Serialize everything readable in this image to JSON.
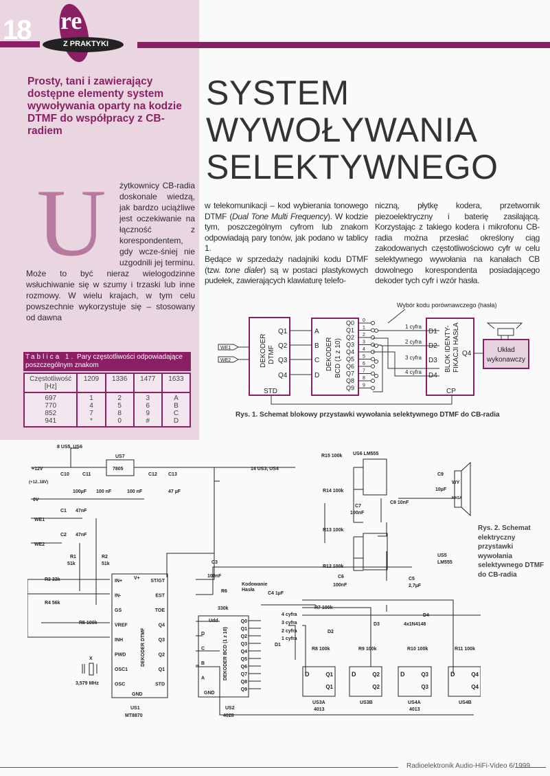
{
  "header": {
    "page_number": "18",
    "logo_text": "re",
    "section": "Z PRAKTYKI"
  },
  "lead": "Prosty, tani i zawierający dostępne elementy system wywoływania oparty na kodzie DTMF do współpracy z CB-radiem",
  "title": [
    "SYSTEM",
    "WYWOŁYWANIA",
    "SELEKTYWNEGO"
  ],
  "article": {
    "dropcap": "U",
    "intro_right": "żytkownicy CB-radia doskonale wiedzą, jak bardzo uciążliwe jest oczekiwanie na łączność z korespondentem, gdy wcze-",
    "intro_full": "śniej nie uzgodnili jej terminu. Może to być nieraz wielogodzinne wsłuchiwanie się w szumy i trzaski lub inne rozmowy. W wielu krajach, w tym celu powszechnie wykorzystuje się – stosowany od dawna",
    "col2_a": "w telekomunikacji – kod wybierania tonowego DTMF (",
    "col2_italic1": "Dual Tone Multi Frequency",
    "col2_b": "). W kodzie tym, poszczególnym cyfrom lub znakom odpowiadają pary tonów, jak podano w tablicy 1.",
    "col2_c": "Będące w sprzedaży nadajniki kodu DTMF (tzw. ",
    "col2_italic2": "tone dialer",
    "col2_d": ") są w postaci plastykowych pudełek, zawierających klawiaturę telefo-",
    "col3": "niczną, płytkę kodera, przetwornik piezoelektryczny i baterię zasilającą. Korzystając z takiego kodera i mikrofonu CB-radia można przesłać określony ciąg zakodowanych częstotliwościowo cyfr w celu selektywnego wywołania na kanałach CB dowolnego korespondenta posiadającego dekoder tych cyfr i wzór hasła."
  },
  "table": {
    "caption_spaced": "Tablica 1.",
    "caption_rest": "Pary częstotliwości odpowiadające poszczególnym znakom",
    "header": [
      "Częstotliwość [Hz]",
      "1209",
      "1336",
      "1477",
      "1633"
    ],
    "rows": [
      [
        "697",
        "1",
        "2",
        "3",
        "A"
      ],
      [
        "770",
        "4",
        "5",
        "6",
        "B"
      ],
      [
        "852",
        "7",
        "8",
        "9",
        "C"
      ],
      [
        "941",
        "*",
        "0",
        "#",
        "D"
      ]
    ]
  },
  "fig1": {
    "caption": "Rys. 1. Schemat blokowy przystawki wywołania selektywnego DTMF do CB-radia",
    "code_select": "Wybór kodu porównawczego  (hasła)",
    "we1": "WE1",
    "we2": "WE2",
    "dtmf_label1": "DEKODER",
    "dtmf_label2": "DTMF",
    "dtmf_outputs": [
      "Q1",
      "Q2",
      "Q3",
      "Q4"
    ],
    "std": "STD",
    "bcd_inputs": [
      "A",
      "B",
      "C",
      "D"
    ],
    "bcd_label1": "DEKODER",
    "bcd_label2": "BCD (1 z 10)",
    "bcd_outputs": [
      "Q0",
      "Q1",
      "Q2",
      "Q3",
      "Q4",
      "Q5",
      "Q6",
      "Q7",
      "Q8",
      "Q9"
    ],
    "switch_nums": [
      "0",
      "1",
      "2",
      "3",
      "4",
      "5",
      "6",
      "7",
      "8",
      "9"
    ],
    "digits": [
      "1 cyfra",
      "2 cyfra",
      "3 cyfra",
      "4 cyfra"
    ],
    "id_inputs": [
      "D1",
      "D2",
      "D3",
      "D4"
    ],
    "id_label1": "BLOK IDENTY-",
    "id_label2": "FIKACJI HASŁA",
    "id_out": "Q4",
    "cp": "CP",
    "exec1": "Układ",
    "exec2": "wykonawczy"
  },
  "fig2": {
    "caption": "Rys. 2. Schemat elektryczny przystawki wywołania selektywnego DTMF do CB-radia",
    "l": {
      "to_us56": "8 US5, US6",
      "us7": "US7",
      "r7805": "7805",
      "to_us34": "14 US3, US4",
      "p12v": "+12V",
      "range": "(+12..18V)",
      "zero": "0V",
      "c10": "C10",
      "c11": "C11",
      "c12": "C12",
      "c13": "C13",
      "v100u": "100µF",
      "v100n_a": "100 nF",
      "v100n_b": "100 nF",
      "v47u": "47 µF",
      "we1": "WE1",
      "we2": "WE2",
      "c1": "C1",
      "c1v": "47nF",
      "c2": "C2",
      "c2v": "47nF",
      "r1": "R1",
      "r1v": "51k",
      "r2": "R2",
      "r2v": "51k",
      "r3": "R3  33k",
      "r4": "R4  56k",
      "r5": "R5 100k",
      "c3": "C3",
      "c3v": "100nF",
      "r6": "R6",
      "r6v": "330k",
      "p_in_plus": "IN+",
      "p_in_minus": "IN-",
      "p_gs": "GS",
      "p_vref": "VREF",
      "p_inh": "INH",
      "p_pwd": "PWD",
      "p_osc1": "OSC1",
      "p_osc": "OSC",
      "p_vplus": "V+",
      "p_stgt": "ST/GT",
      "p_est": "EST",
      "p_toe": "TOE",
      "p_q4": "Q4",
      "p_q3": "Q3",
      "p_q2": "Q2",
      "p_q1": "Q1",
      "p_std": "STD",
      "p_gnd": "GND",
      "us1_label": "DEKODER DTMF",
      "us1": "US1",
      "us1_type": "MT8870",
      "x": "X",
      "xtal": "3,579 MHz",
      "us2_label": "DEKODER BCD (1 z 10)",
      "us2": "US2",
      "us2_type": "4028",
      "udd": "Udd",
      "bcd_in": [
        "D",
        "C",
        "B",
        "A"
      ],
      "bcd_q": [
        "Q0",
        "Q1",
        "Q2",
        "Q3",
        "Q4",
        "Q5",
        "Q6",
        "Q7",
        "Q8",
        "Q9"
      ],
      "coding1": "Kodowanie",
      "coding2": "Hasła",
      "digits": [
        "4 cyfra",
        "3 cyfra",
        "2 cyfra",
        "1 cyfra"
      ],
      "c4": "C4 1µF",
      "r7": "R7 100k",
      "c6": "C6",
      "c6v": "100nF",
      "d1": "D1",
      "d2": "D2",
      "d3": "D3",
      "d4": "D4",
      "diodes": "4x1N4148",
      "r8": "R8 100k",
      "r9": "R9 100k",
      "r10": "R10 100k",
      "r11": "R11 100k",
      "us3a": "US3A",
      "us3a_t": "4013",
      "us3b": "US3B",
      "us4a": "US4A",
      "us4a_t": "4013",
      "us4b": "US4B",
      "ff_q": [
        "Q1",
        "Q2",
        "Q3",
        "Q4"
      ],
      "us6": "US6  LM555",
      "r15": "R15 100k",
      "r14": "R14 100k",
      "c7": "C7",
      "c7v": "100nF",
      "c8": "C8  10nF",
      "c9": "C9",
      "c9v": "10µF",
      "wy": "WY",
      "masa": "MASA",
      "us5": "US5",
      "us5_t": "LM555",
      "r13": "R13 100k",
      "r12": "R12 100k",
      "c5": "C5",
      "c5v": "2,7µF"
    }
  },
  "footer": "Radioelektronik Audio-HiFi-Video  6/1999"
}
